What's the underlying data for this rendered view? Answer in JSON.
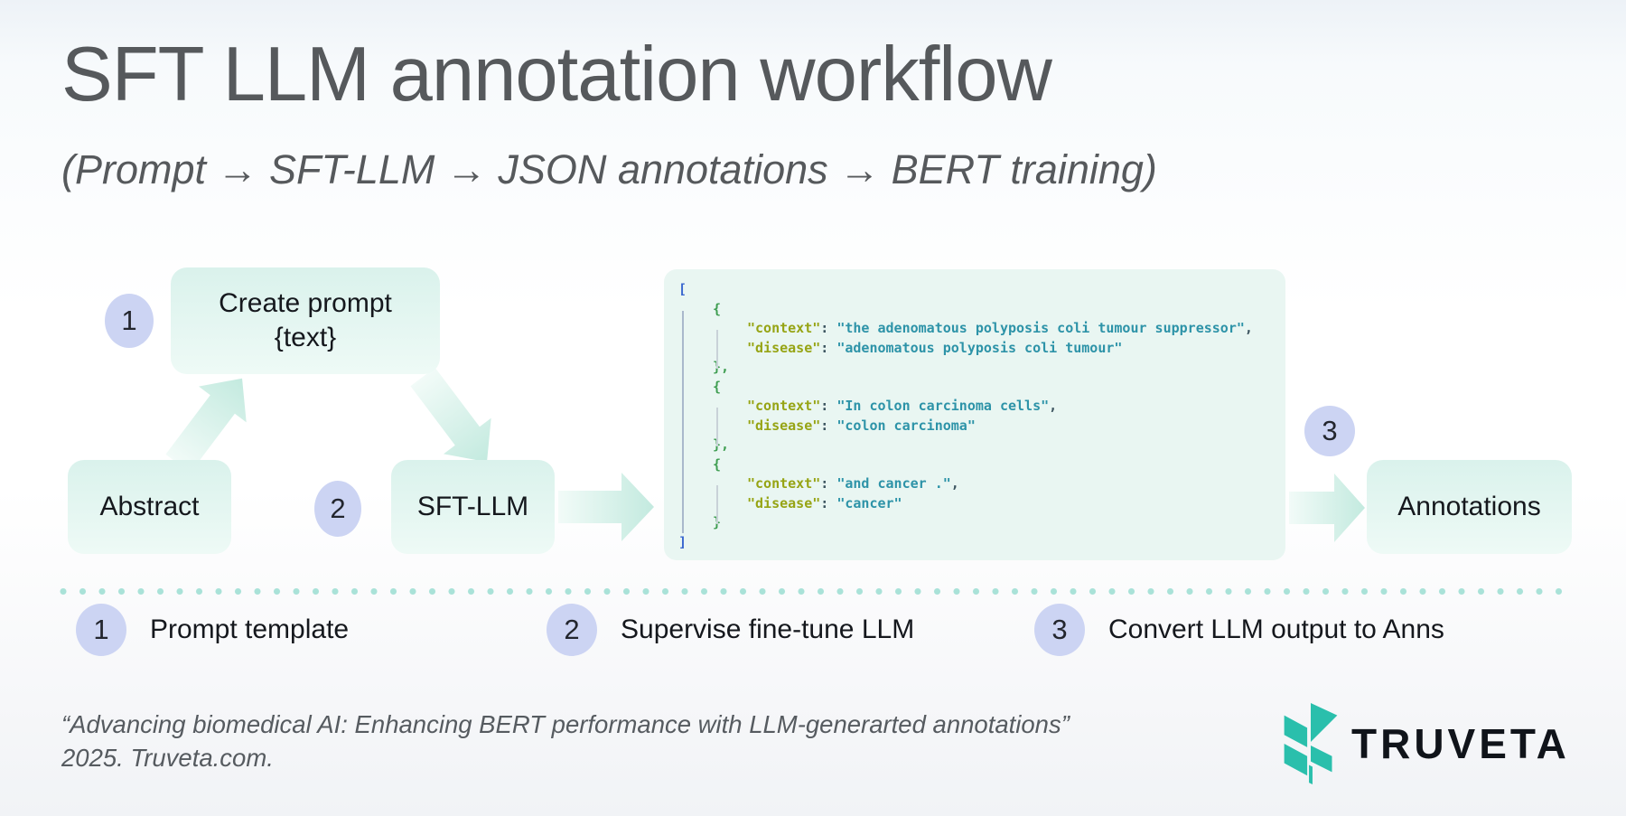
{
  "title": "SFT LLM annotation workflow",
  "subtitle": "(Prompt → SFT-LLM → JSON annotations → BERT training)",
  "flow": {
    "step1_badge": "1",
    "create_prompt": {
      "line1": "Create prompt",
      "line2": "{text}"
    },
    "abstract_label": "Abstract",
    "step2_badge": "2",
    "sft_llm_label": "SFT-LLM",
    "step3_badge": "3",
    "annotations_label": "Annotations"
  },
  "code_block": {
    "lines": [
      {
        "indent": 0,
        "type": "bracket",
        "text": "["
      },
      {
        "indent": 1,
        "type": "brace",
        "text": "{"
      },
      {
        "indent": 2,
        "type": "pair",
        "key": "context",
        "value": "the adenomatous polyposis coli tumour suppressor",
        "comma": true
      },
      {
        "indent": 2,
        "type": "pair",
        "key": "disease",
        "value": "adenomatous polyposis coli tumour",
        "comma": false
      },
      {
        "indent": 1,
        "type": "brace",
        "text": "},"
      },
      {
        "indent": 1,
        "type": "brace",
        "text": "{"
      },
      {
        "indent": 2,
        "type": "pair",
        "key": "context",
        "value": "In colon carcinoma cells",
        "comma": true
      },
      {
        "indent": 2,
        "type": "pair",
        "key": "disease",
        "value": "colon carcinoma",
        "comma": false
      },
      {
        "indent": 1,
        "type": "brace",
        "text": "},"
      },
      {
        "indent": 1,
        "type": "brace",
        "text": "{"
      },
      {
        "indent": 2,
        "type": "pair",
        "key": "context",
        "value": "and cancer .",
        "comma": true
      },
      {
        "indent": 2,
        "type": "pair",
        "key": "disease",
        "value": "cancer",
        "comma": false
      },
      {
        "indent": 1,
        "type": "brace",
        "text": "}"
      },
      {
        "indent": 0,
        "type": "bracket",
        "text": "]"
      }
    ]
  },
  "legend": {
    "items": [
      {
        "num": "1",
        "label": "Prompt template"
      },
      {
        "num": "2",
        "label": "Supervise fine-tune LLM"
      },
      {
        "num": "3",
        "label": "Convert LLM output to Anns"
      }
    ]
  },
  "footer": {
    "citation_line1": "“Advancing biomedical AI: Enhancing BERT performance with LLM-generarted annotations”",
    "citation_line2": "2025. Truveta.com.",
    "brand": "TRUVETA"
  },
  "colors": {
    "box-mint": "#daf2ec",
    "box-mint-light": "#eefaf6",
    "badge-lavender": "#ccd4f3",
    "code-bg": "#e9f6f2",
    "json-key": "#96a414",
    "json-string": "#2d93a8",
    "json-bracket": "#3b68cf",
    "json-brace": "#3f9e52",
    "json-punct": "#3d5560",
    "dot-mint": "#a9e2d8",
    "brand-teal": "#2abfac",
    "title-gray": "#56595c",
    "text-dark": "#15181d"
  }
}
